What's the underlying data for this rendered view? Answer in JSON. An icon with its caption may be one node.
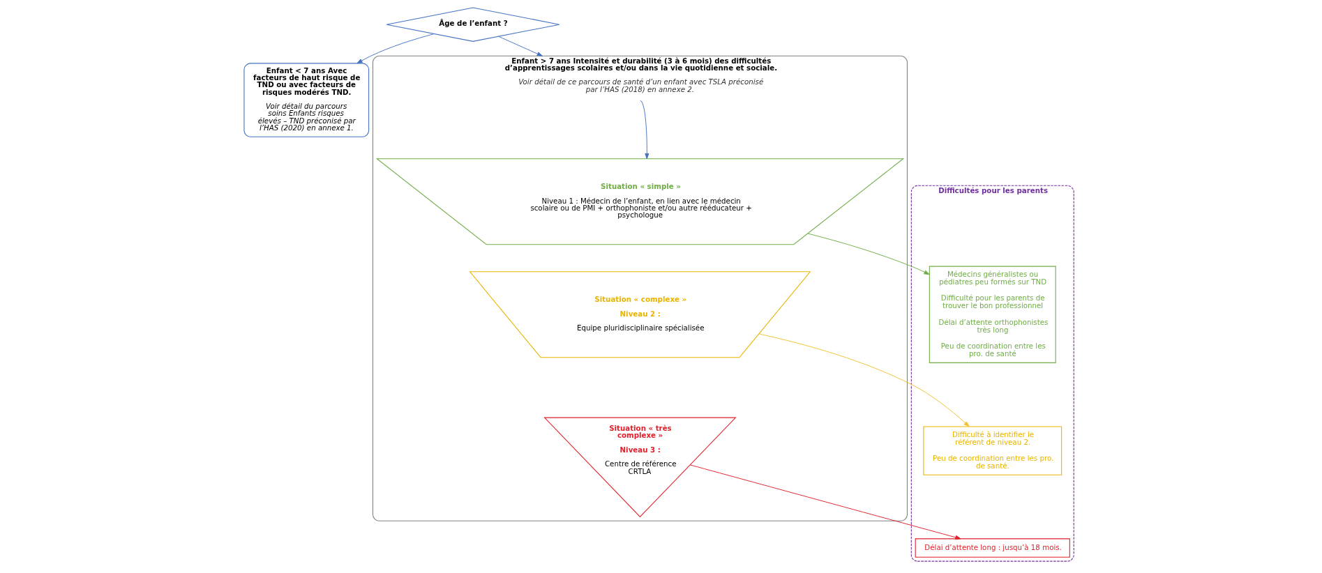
{
  "diagram": {
    "nodes": [
      {
        "text": [
          "Âge de l’enfant ?"
        ]
      },
      {
        "text": [
          "Enfant < 7 ans Avec facteurs de haut risque de TND ou avec facteurs de risques modérés TND.",
          "Voir détail du parcours soins Enfants risques élevés – TND préconisé par l’HAS (2020) en annexe 1."
        ]
      },
      {
        "text": [
          "Enfant > 7 ans Intensité et durabilité (3 à 6 mois) des difficultés d’apprentissages scolaires et/ou dans la vie quotidienne et sociale.",
          "Voir détail de ce parcours de santé d’un enfant avec TSLA préconisé par l’HAS (2018) en annexe 2."
        ]
      },
      {
        "text": [
          "Situation « simple »",
          "Niveau 1 : Médecin de l’enfant, en lien avec le médecin scolaire ou de PMI + orthophoniste et/ou autre rééducateur + psychologue"
        ],
        "in": 2
      },
      {
        "text": [
          "Situation « complexe »",
          "Niveau 2 :",
          "Equipe pluridisciplinaire spécialisée"
        ],
        "in": 2
      },
      {
        "text": [
          "Situation « très complexe »",
          "Niveau 3 :",
          "Centre de référence CRTLA"
        ],
        "in": 2
      },
      {
        "text": [
          "Difficultés pour les parents"
        ]
      },
      {
        "text": [
          "Médecins généralistes ou pédiatres peu formés sur TND",
          "Difficulté pour les parents de trouver le bon professionnel",
          "Délai d’attente orthophonistes très long",
          "Peu de coordination entre les pro. de santé"
        ],
        "in": 6
      },
      {
        "text": [
          "Difficulté à identifier le référent de niveau 2.",
          "Peu de coordination entre les pro. de santé."
        ],
        "in": 6
      },
      {
        "text": [
          "Délai d’attente long : jusqu’à 18 mois."
        ],
        "in": 6
      }
    ],
    "edges": [
      {
        "from": 0,
        "to": 1,
        "arrow": "to",
        "color": "#4472c4"
      },
      {
        "from": 0,
        "to": 2,
        "arrow": "to",
        "color": "#4472c4"
      },
      {
        "from": null,
        "to": 3,
        "arrow": "to",
        "color": "#4472c4"
      },
      {
        "from": 3,
        "to": 7,
        "arrow": "to",
        "color": "#70ad47"
      },
      {
        "from": 4,
        "to": 8,
        "arrow": "to",
        "color": "#f2c12e"
      },
      {
        "from": 5,
        "to": 9,
        "arrow": "to",
        "color": "#e0202a"
      }
    ]
  }
}
